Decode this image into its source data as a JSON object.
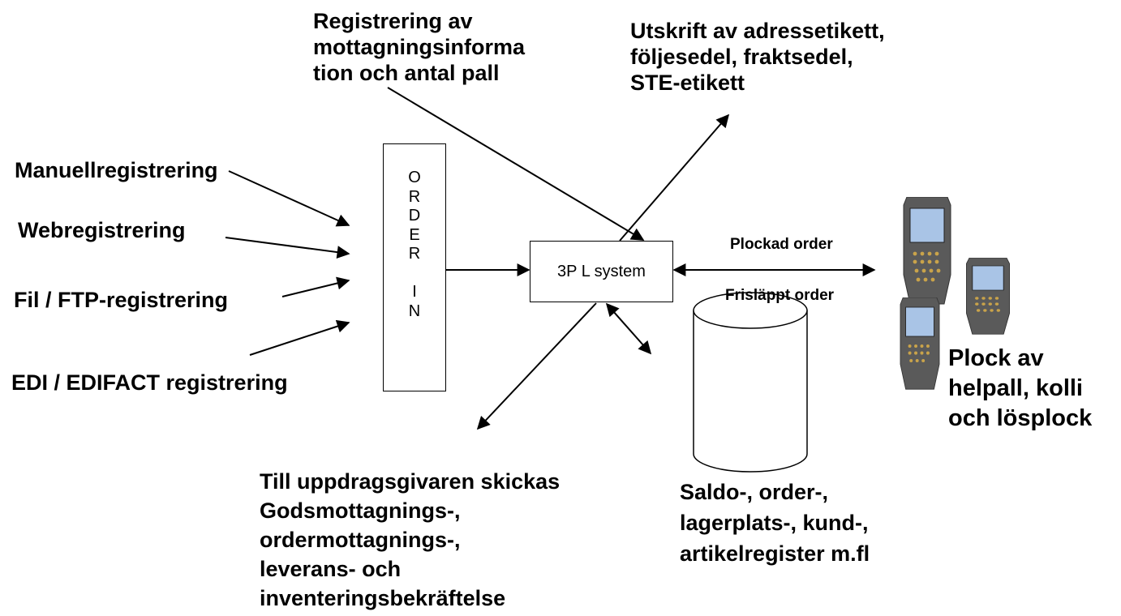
{
  "sources": {
    "manual": "Manuellregistrering",
    "web": "Webregistrering",
    "ftp": "Fil / FTP-registrering",
    "edi": "EDI / EDIFACT registrering"
  },
  "order_box": {
    "letters": [
      "O",
      "R",
      "D",
      "E",
      "R",
      "",
      "I",
      "N"
    ]
  },
  "system_box": {
    "label": "3P L system"
  },
  "top_left_text": [
    "Registrering av",
    "mottagningsinforma",
    "tion och antal pall"
  ],
  "top_right_text": [
    "Utskrift av  adressetikett,",
    "följesedel, fraktsedel,",
    "STE-etikett"
  ],
  "picked_label": "Plockad order",
  "released_label": "Frisläppt order",
  "picking_text": [
    "Plock av",
    "helpall, kolli",
    "och lösplock"
  ],
  "client_text": [
    "Till uppdragsgivaren skickas",
    "Godsmottagnings-,",
    "ordermottagnings-,",
    "leverans- och",
    "inventeringsbekräftelse"
  ],
  "db_text": [
    "Saldo-, order-,",
    "lagerplats-, kund-,",
    "artikelregister  m.fl"
  ],
  "colors": {
    "ink": "#000000",
    "device_body": "#5a5a5a",
    "device_screen": "#a9c4e6"
  }
}
